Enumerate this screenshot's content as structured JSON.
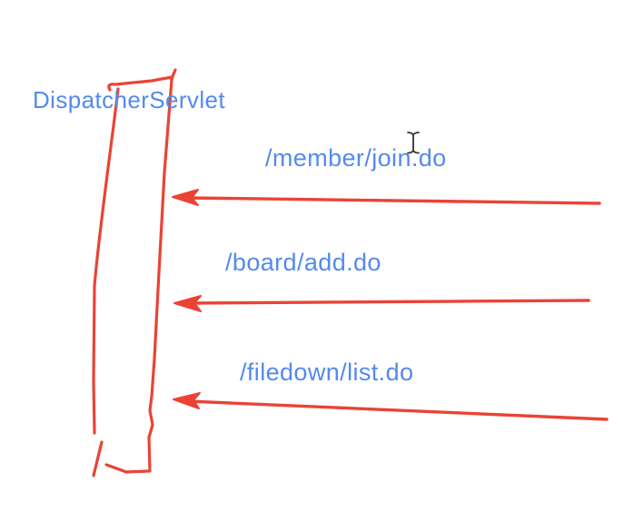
{
  "whiteboard": {
    "title": "DispatcherServlet",
    "routes": [
      "/member/join.do",
      "/board/add.do",
      "/filedown/list.do"
    ],
    "colors": {
      "text_blue": "#548aec",
      "pen_red": "#ea4335",
      "cursor_color": "#333333",
      "canvas_bg": "#ffffff"
    }
  }
}
